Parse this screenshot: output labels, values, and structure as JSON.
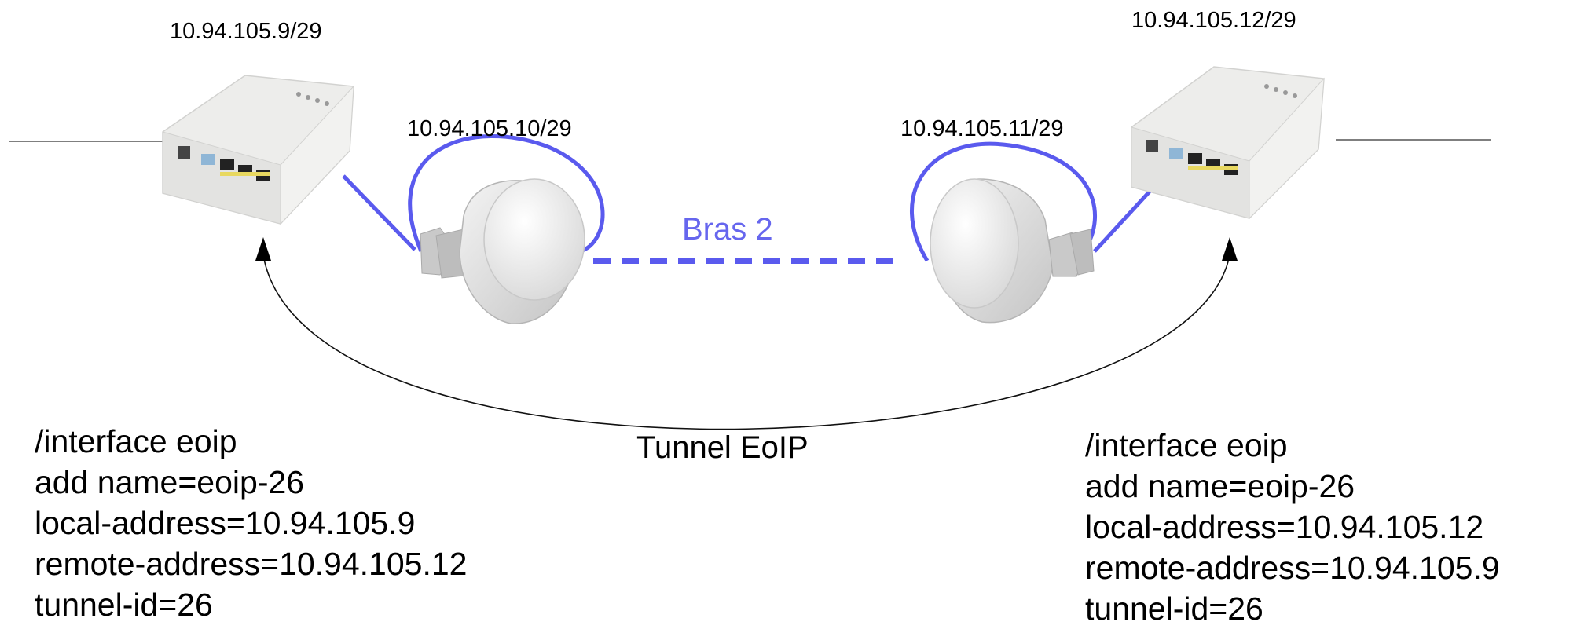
{
  "labels": {
    "router_left_ip": "10.94.105.9/29",
    "router_right_ip": "10.94.105.12/29",
    "antenna_left_ip": "10.94.105.10/29",
    "antenna_right_ip": "10.94.105.11/29",
    "wireless_link": "Bras 2",
    "tunnel": "Tunnel EoIP"
  },
  "config_left": [
    "/interface eoip",
    "add name=eoip-26",
    "local-address=10.94.105.9",
    "remote-address=10.94.105.12",
    "tunnel-id=26"
  ],
  "config_right": [
    "/interface eoip",
    "add name=eoip-26",
    "local-address=10.94.105.12",
    "remote-address=10.94.105.9",
    "tunnel-id=26"
  ],
  "colors": {
    "link": "#6666ee",
    "cable": "#5a5aee",
    "router_body": "#ededeb",
    "antenna_body": "#dcdcdc",
    "port_yellow": "#e8d860"
  }
}
